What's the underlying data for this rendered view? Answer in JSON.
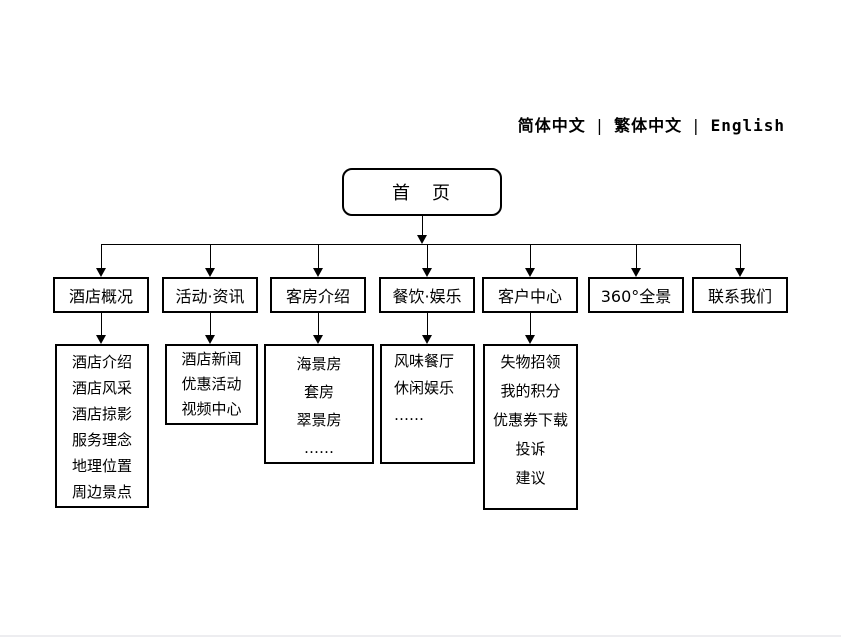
{
  "language_bar": {
    "items": [
      {
        "label": "简体中文"
      },
      {
        "label": "繁体中文"
      },
      {
        "label": "English"
      }
    ],
    "separator": "|"
  },
  "root": {
    "label": "首　页"
  },
  "sections": [
    {
      "label": "酒店概况",
      "children": [
        "酒店介绍",
        "酒店风采",
        "酒店掠影",
        "服务理念",
        "地理位置",
        "周边景点"
      ]
    },
    {
      "label": "活动·资讯",
      "children": [
        "酒店新闻",
        "优惠活动",
        "视频中心"
      ]
    },
    {
      "label": "客房介绍",
      "children": [
        "海景房",
        "套房",
        "翠景房",
        "……"
      ]
    },
    {
      "label": "餐饮·娱乐",
      "children": [
        "风味餐厅",
        "休闲娱乐",
        "……"
      ]
    },
    {
      "label": "客户中心",
      "children": [
        "失物招领",
        "我的积分",
        "优惠券下载",
        "投诉",
        "建议"
      ]
    },
    {
      "label": "360°全景",
      "children": []
    },
    {
      "label": "联系我们",
      "children": []
    }
  ]
}
